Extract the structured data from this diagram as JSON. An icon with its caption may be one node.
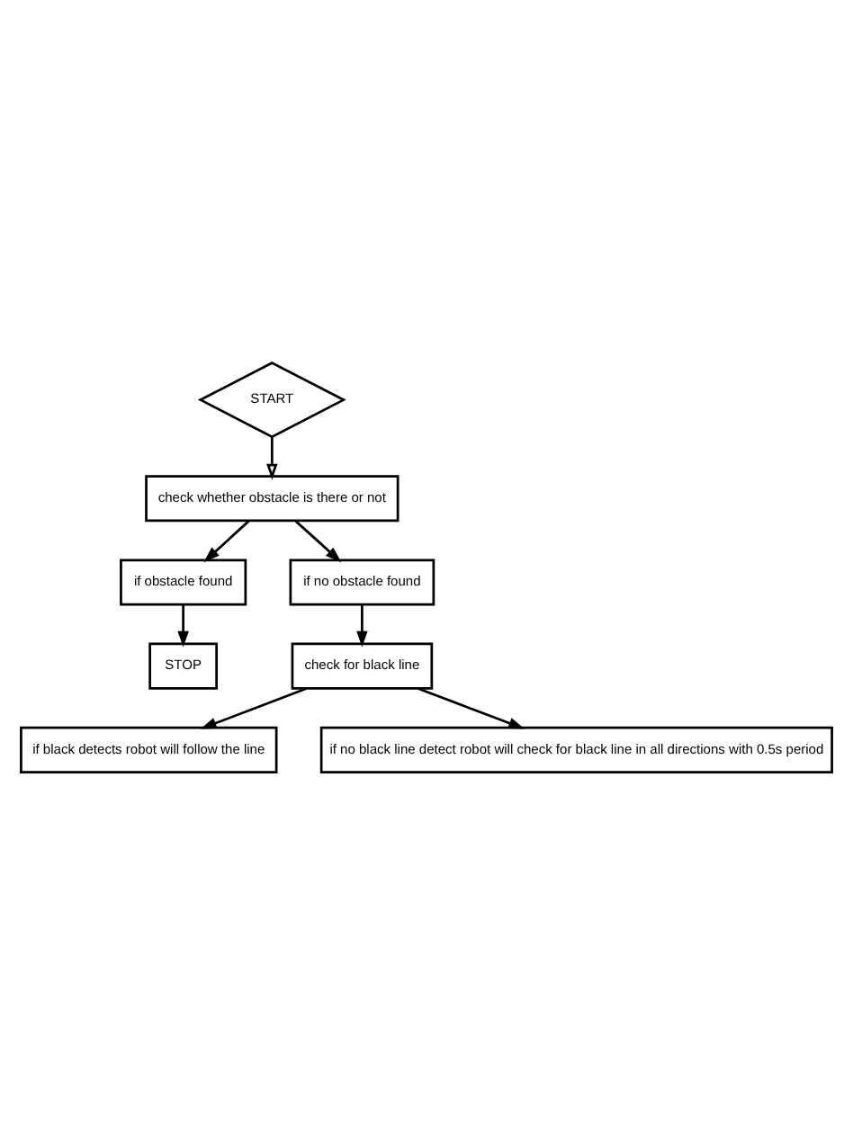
{
  "diagram": {
    "nodes": [
      {
        "text": [
          "START"
        ]
      },
      {
        "text": [
          "check whether obstacle is there or not"
        ]
      },
      {
        "text": [
          "if obstacle found"
        ]
      },
      {
        "text": [
          "if no obstacle found"
        ]
      },
      {
        "text": [
          "STOP"
        ]
      },
      {
        "text": [
          "check for black line"
        ]
      },
      {
        "text": [
          "if black detects robot will follow the line"
        ]
      },
      {
        "text": [
          "if no black line detect robot will check for black line in all directions with 0.5s period"
        ]
      }
    ],
    "edges": [
      {
        "from": 0,
        "to": 1,
        "arrow": "to"
      },
      {
        "from": 1,
        "to": 2,
        "arrow": "to"
      },
      {
        "from": 1,
        "to": 3,
        "arrow": "to"
      },
      {
        "from": 2,
        "to": 4,
        "arrow": "to"
      },
      {
        "from": 3,
        "to": 5,
        "arrow": "to"
      },
      {
        "from": 5,
        "to": 6,
        "arrow": "to"
      },
      {
        "from": 5,
        "to": 7,
        "arrow": "to"
      }
    ]
  }
}
